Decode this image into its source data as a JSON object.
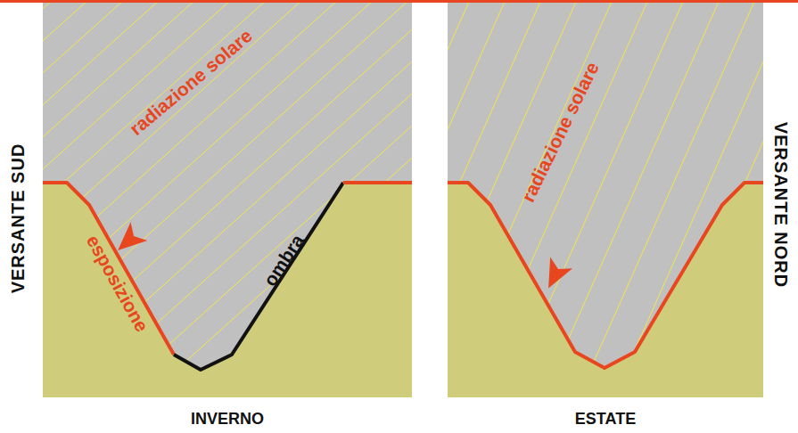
{
  "diagram": {
    "labels": [
      "VERSANTE SUD",
      "radiazione solare",
      "esposizione",
      "ombra",
      "INVERNO",
      "radiazione solare",
      "ESTATE",
      "VERSANTE NORD"
    ]
  }
}
